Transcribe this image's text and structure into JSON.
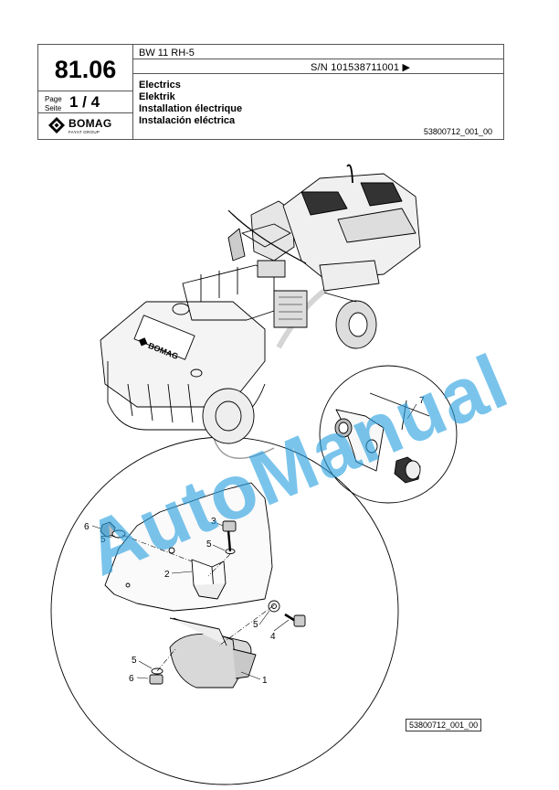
{
  "header": {
    "model": "BW 11 RH-5",
    "serial": "S/N 101538711001 ▶",
    "group_number": "81.06",
    "page_label_en": "Page",
    "page_label_de": "Seite",
    "page_number": "1 / 4",
    "titles": [
      "Electrics",
      "Elektrik",
      "Installation électrique",
      "Instalación eléctrica"
    ],
    "doc_ref": "53800712_001_00"
  },
  "logo": {
    "brand": "BOMAG",
    "subtitle": "FAYAT GROUP",
    "icon": "bomag-diamond-icon"
  },
  "drawing": {
    "machine_badge": "BOMAG",
    "callouts": [
      "7",
      "6",
      "5",
      "3",
      "5",
      "2",
      "5",
      "4",
      "5",
      "6",
      "1"
    ]
  },
  "watermark": "AutoManual",
  "footer": {
    "doc_ref": "53800712_001_00"
  },
  "colors": {
    "watermark": "#28a0e1",
    "line": "#000000"
  }
}
